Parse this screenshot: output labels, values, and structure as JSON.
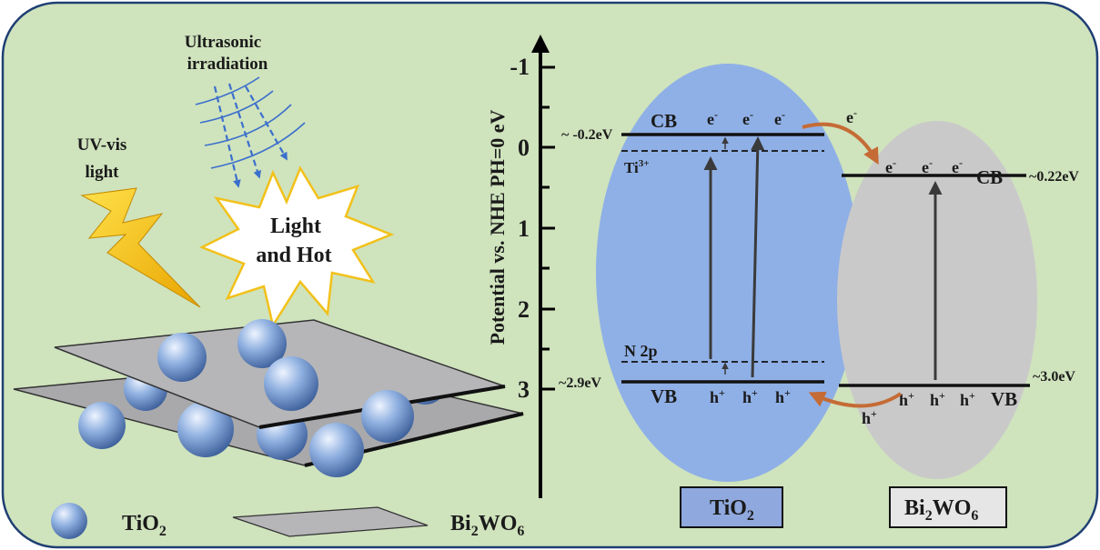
{
  "colors": {
    "panel": "#cfe3bd",
    "panel_border": "#1f3f73",
    "tio2_ellipse": "#8fb0e6",
    "bi2wo6_ellipse": "#c9c9c9",
    "tio2_box": "#8fa8de",
    "bi2wo6_box": "#e6e6e6",
    "electron_arrow": "#c56b35",
    "bolt": "#f5c400",
    "star_outline": "#f2c11a",
    "sound_waves": "#3b6fcc"
  },
  "scene": {
    "ultrasonic_line1": "Ultrasonic",
    "ultrasonic_line2": "irradiation",
    "uv_line1": "UV-vis",
    "uv_line2": "light",
    "star_line1": "Light",
    "star_line2": "and Hot"
  },
  "legend": {
    "tio2_main": "TiO",
    "tio2_sub": "2",
    "bi2wo6_a": "Bi",
    "bi2wo6_b": "2",
    "bi2wo6_c": "WO",
    "bi2wo6_d": "6"
  },
  "axis": {
    "label": "Potential vs. NHE PH=0 eV",
    "ticks": [
      "-1",
      "0",
      "1",
      "2",
      "3"
    ]
  },
  "energy": {
    "tio2_cb_value": "~ -0.2eV",
    "tio2_vb_value": "~2.9eV",
    "bi2wo6_cb_value": "~0.22eV",
    "bi2wo6_vb_value": "~3.0eV",
    "cb_label": "CB",
    "vb_label": "VB",
    "ti3_label": "Ti",
    "ti3_sup": "3+",
    "n2p_label": "N 2p",
    "electron": "e",
    "electron_sup": "-",
    "hole": "h",
    "hole_sup": "+"
  },
  "materials": {
    "tio2_main": "TiO",
    "tio2_sub": "2",
    "bi2wo6_a": "Bi",
    "bi2wo6_b": "2",
    "bi2wo6_c": "WO",
    "bi2wo6_d": "6"
  }
}
